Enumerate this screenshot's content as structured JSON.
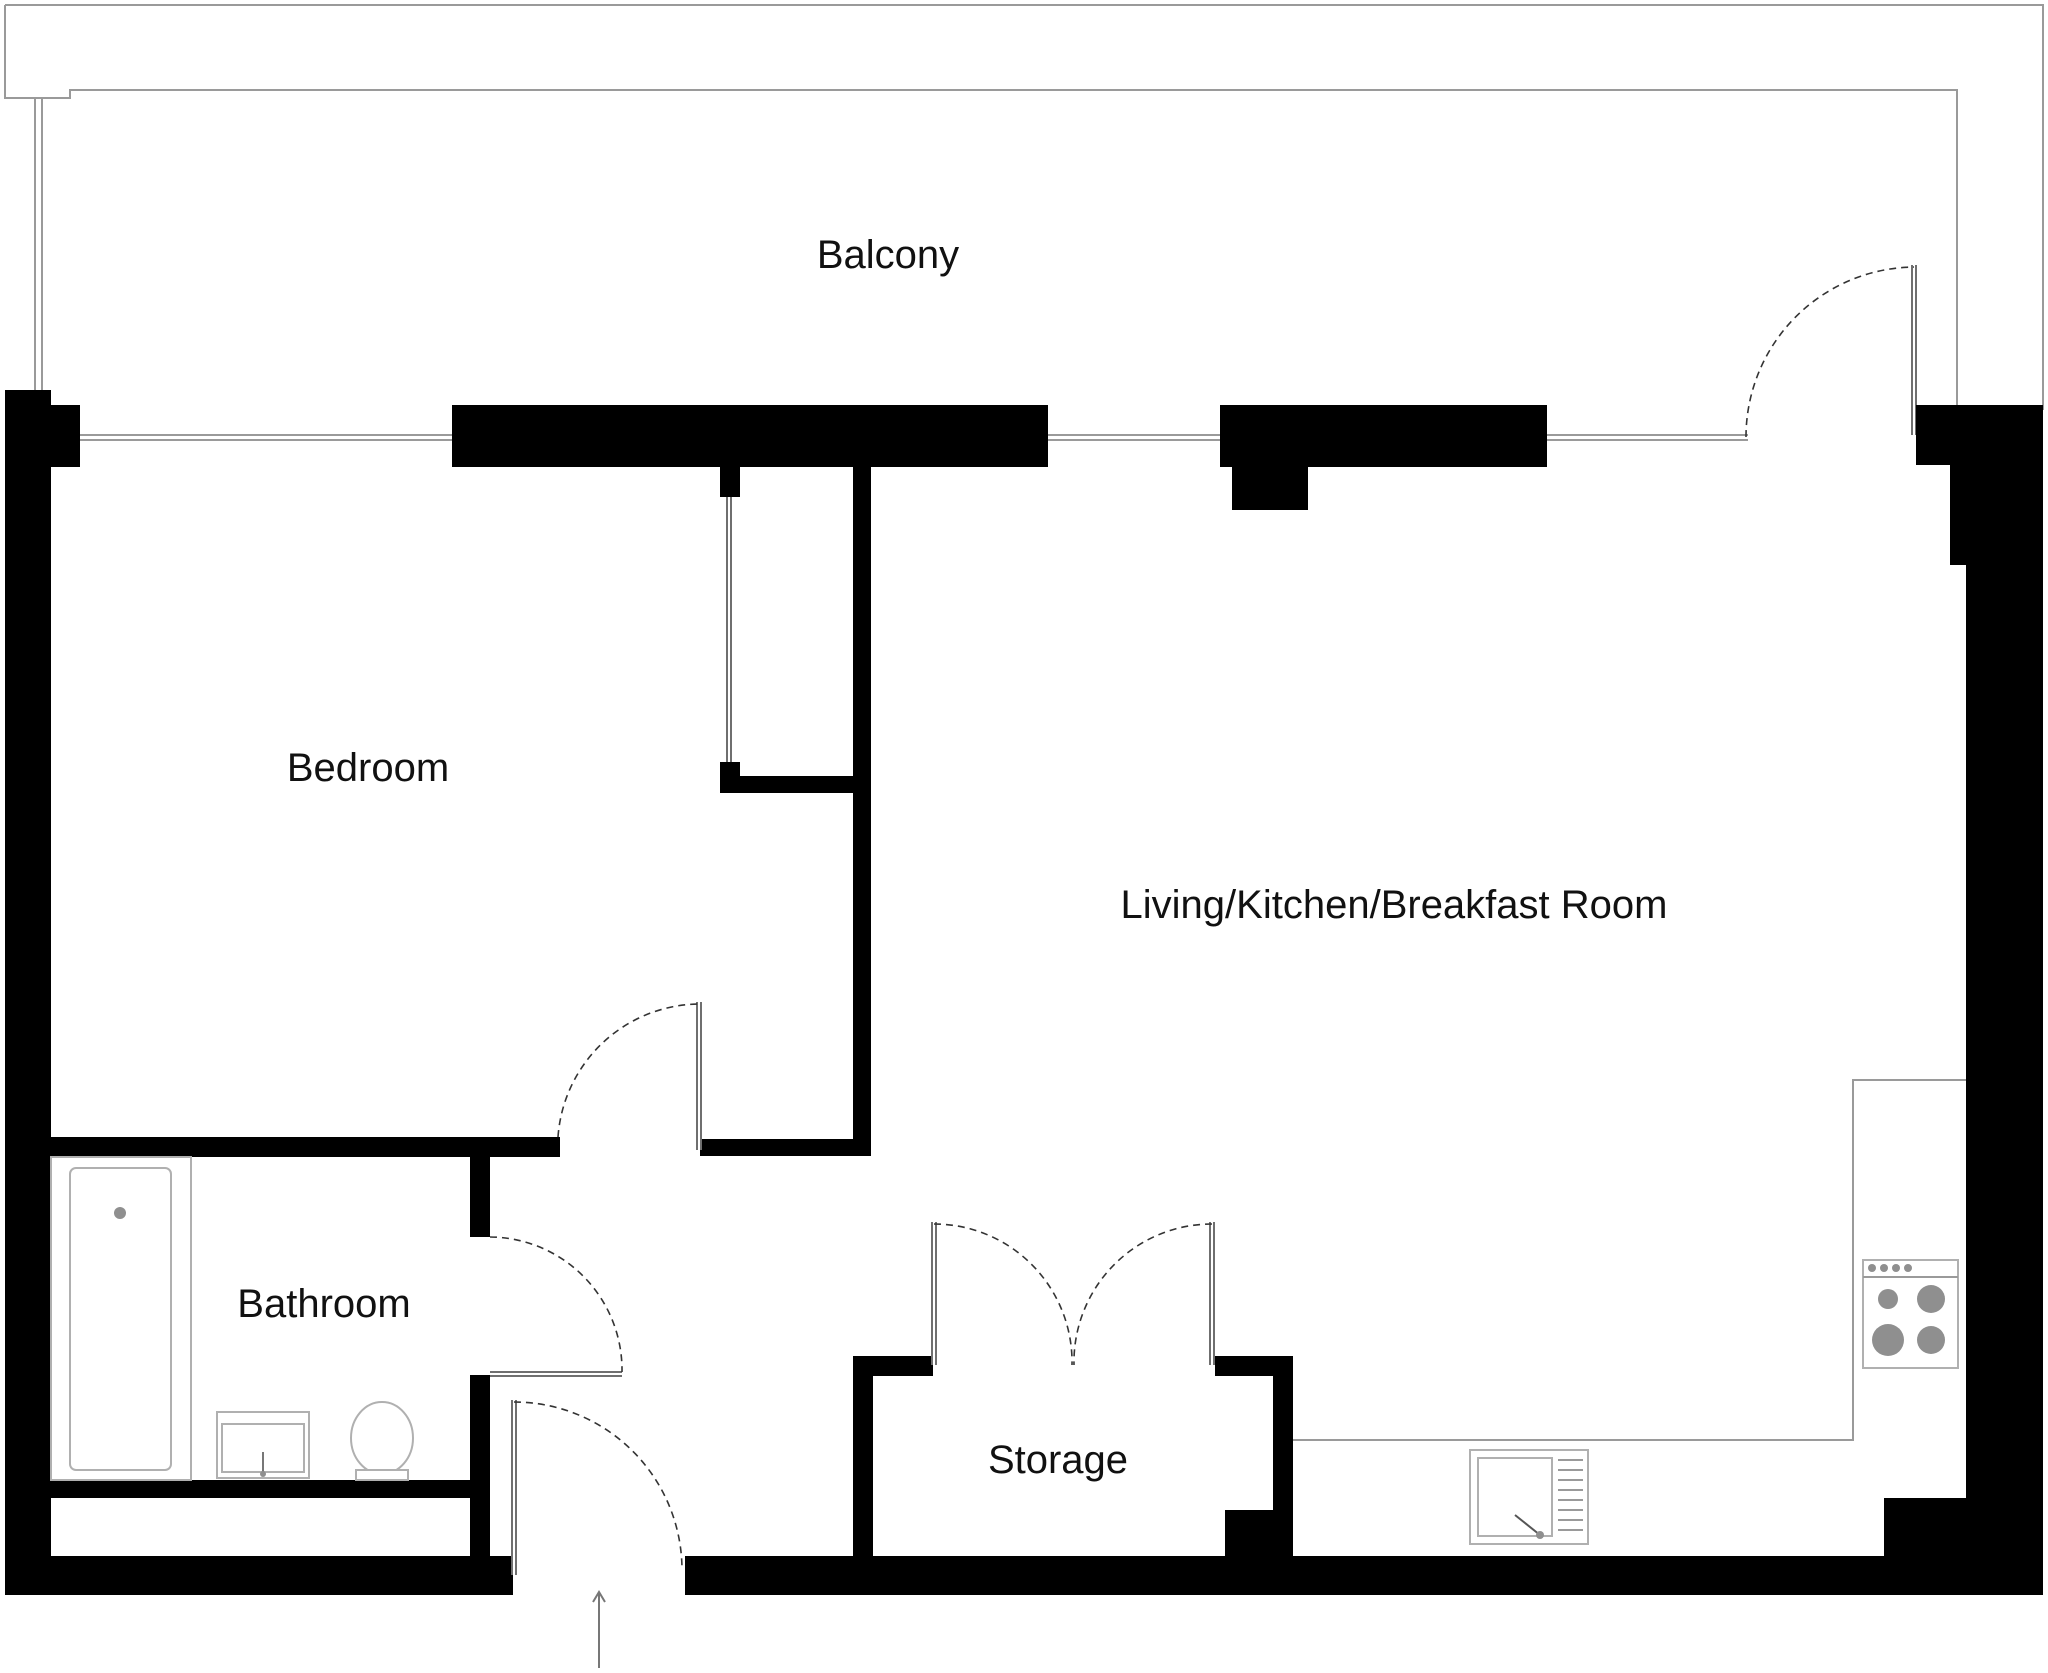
{
  "rooms": {
    "balcony": "Balcony",
    "bedroom": "Bedroom",
    "living": "Living/Kitchen/Breakfast Room",
    "bathroom": "Bathroom",
    "storage": "Storage"
  },
  "colors": {
    "wall": "#000000",
    "outline": "#9a9a9a",
    "appliance": "#8f8f8f"
  },
  "icons": {
    "entrance": "arrow-up-icon",
    "hob": "hob-icon",
    "sink": "kitchen-sink-icon",
    "bath": "bathtub-icon",
    "basin": "basin-icon",
    "toilet": "toilet-icon"
  }
}
